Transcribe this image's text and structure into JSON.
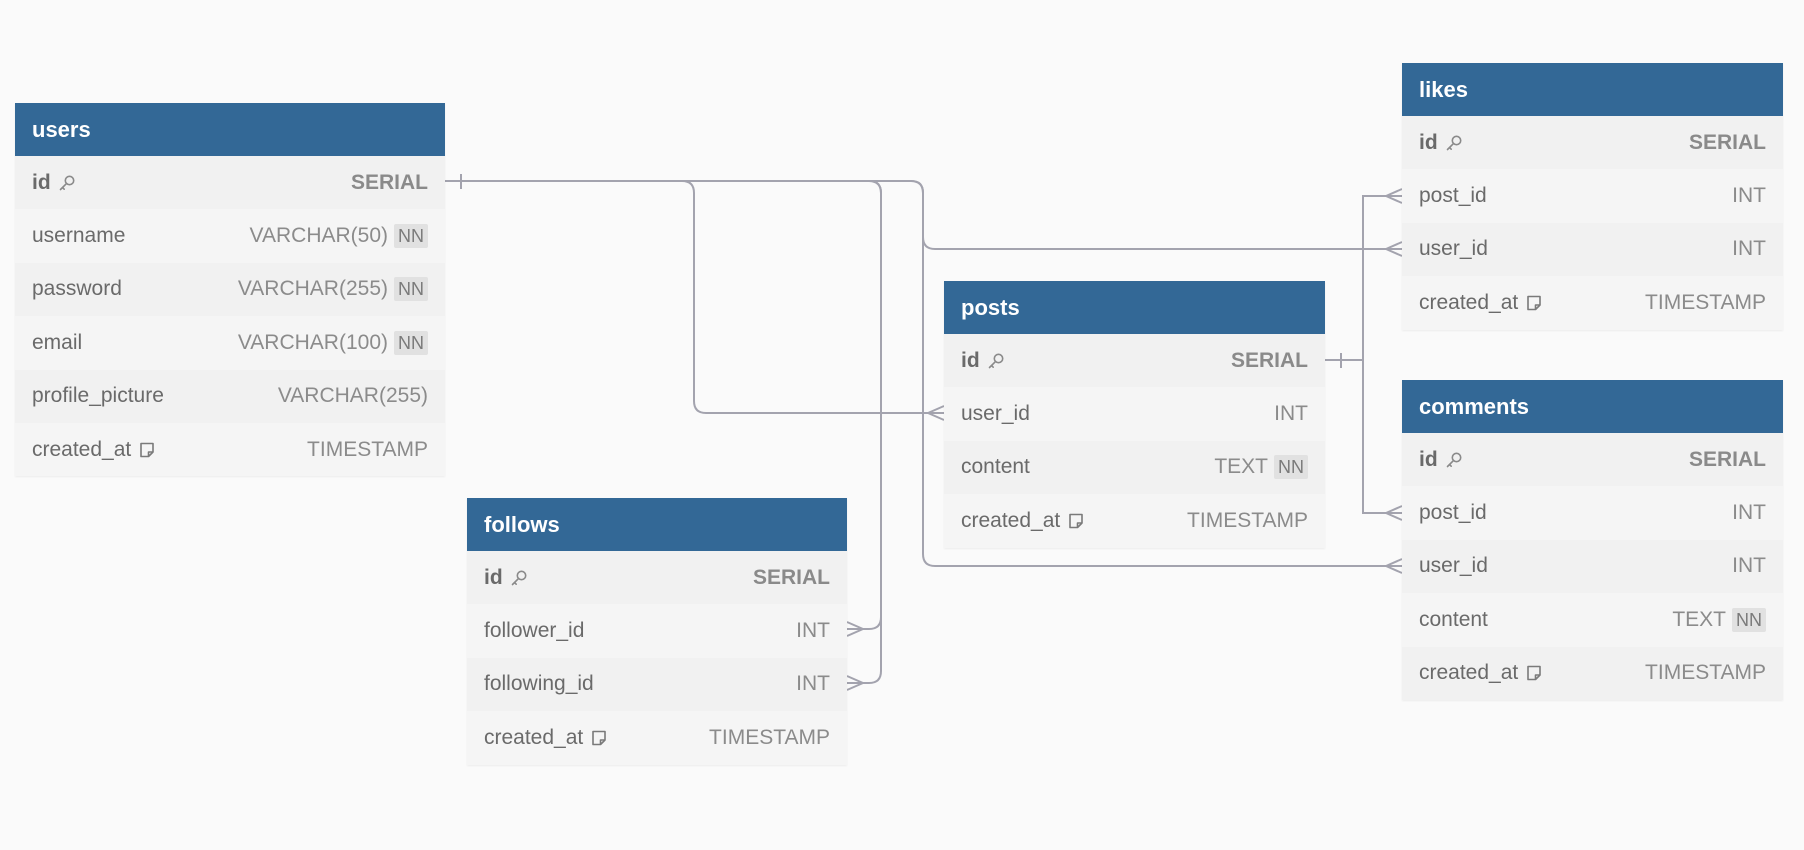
{
  "colors": {
    "header": "#336896",
    "edge": "#a3a3ae",
    "background": "#fafafa"
  },
  "tables": {
    "users": {
      "name": "users",
      "columns": [
        {
          "name": "id",
          "type": "SERIAL",
          "pk": true,
          "nn": "",
          "icon": "key-icon"
        },
        {
          "name": "username",
          "type": "VARCHAR(50)",
          "pk": false,
          "nn": "NN",
          "icon": ""
        },
        {
          "name": "password",
          "type": "VARCHAR(255)",
          "pk": false,
          "nn": "NN",
          "icon": ""
        },
        {
          "name": "email",
          "type": "VARCHAR(100)",
          "pk": false,
          "nn": "NN",
          "icon": ""
        },
        {
          "name": "profile_picture",
          "type": "VARCHAR(255)",
          "pk": false,
          "nn": "",
          "icon": ""
        },
        {
          "name": "created_at",
          "type": "TIMESTAMP",
          "pk": false,
          "nn": "",
          "icon": "note-icon"
        }
      ]
    },
    "follows": {
      "name": "follows",
      "columns": [
        {
          "name": "id",
          "type": "SERIAL",
          "pk": true,
          "nn": "",
          "icon": "key-icon"
        },
        {
          "name": "follower_id",
          "type": "INT",
          "pk": false,
          "nn": "",
          "icon": ""
        },
        {
          "name": "following_id",
          "type": "INT",
          "pk": false,
          "nn": "",
          "icon": ""
        },
        {
          "name": "created_at",
          "type": "TIMESTAMP",
          "pk": false,
          "nn": "",
          "icon": "note-icon"
        }
      ]
    },
    "posts": {
      "name": "posts",
      "columns": [
        {
          "name": "id",
          "type": "SERIAL",
          "pk": true,
          "nn": "",
          "icon": "key-icon"
        },
        {
          "name": "user_id",
          "type": "INT",
          "pk": false,
          "nn": "",
          "icon": ""
        },
        {
          "name": "content",
          "type": "TEXT",
          "pk": false,
          "nn": "NN",
          "icon": ""
        },
        {
          "name": "created_at",
          "type": "TIMESTAMP",
          "pk": false,
          "nn": "",
          "icon": "note-icon"
        }
      ]
    },
    "likes": {
      "name": "likes",
      "columns": [
        {
          "name": "id",
          "type": "SERIAL",
          "pk": true,
          "nn": "",
          "icon": "key-icon"
        },
        {
          "name": "post_id",
          "type": "INT",
          "pk": false,
          "nn": "",
          "icon": ""
        },
        {
          "name": "user_id",
          "type": "INT",
          "pk": false,
          "nn": "",
          "icon": ""
        },
        {
          "name": "created_at",
          "type": "TIMESTAMP",
          "pk": false,
          "nn": "",
          "icon": "note-icon"
        }
      ]
    },
    "comments": {
      "name": "comments",
      "columns": [
        {
          "name": "id",
          "type": "SERIAL",
          "pk": true,
          "nn": "",
          "icon": "key-icon"
        },
        {
          "name": "post_id",
          "type": "INT",
          "pk": false,
          "nn": "",
          "icon": ""
        },
        {
          "name": "user_id",
          "type": "INT",
          "pk": false,
          "nn": "",
          "icon": ""
        },
        {
          "name": "content",
          "type": "TEXT",
          "pk": false,
          "nn": "NN",
          "icon": ""
        },
        {
          "name": "created_at",
          "type": "TIMESTAMP",
          "pk": false,
          "nn": "",
          "icon": "note-icon"
        }
      ]
    }
  },
  "relations": [
    {
      "from": "users.id",
      "to": "follows.follower_id",
      "cardinality": "one-to-many"
    },
    {
      "from": "users.id",
      "to": "follows.following_id",
      "cardinality": "one-to-many"
    },
    {
      "from": "users.id",
      "to": "posts.user_id",
      "cardinality": "one-to-many"
    },
    {
      "from": "users.id",
      "to": "likes.user_id",
      "cardinality": "one-to-many"
    },
    {
      "from": "users.id",
      "to": "comments.user_id",
      "cardinality": "one-to-many"
    },
    {
      "from": "posts.id",
      "to": "likes.post_id",
      "cardinality": "one-to-many"
    },
    {
      "from": "posts.id",
      "to": "comments.post_id",
      "cardinality": "one-to-many"
    }
  ]
}
